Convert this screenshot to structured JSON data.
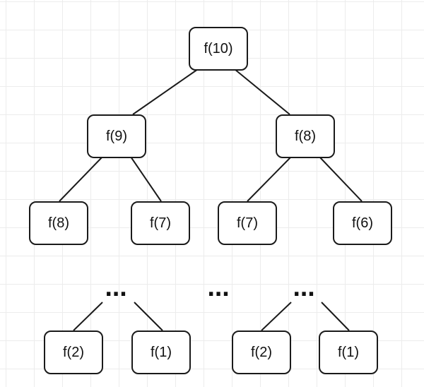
{
  "diagram": {
    "nodes": [
      {
        "id": "root",
        "label": "f(10)"
      },
      {
        "id": "l1-left",
        "label": "f(9)"
      },
      {
        "id": "l1-right",
        "label": "f(8)"
      },
      {
        "id": "l2-a",
        "label": "f(8)"
      },
      {
        "id": "l2-b",
        "label": "f(7)"
      },
      {
        "id": "l2-c",
        "label": "f(7)"
      },
      {
        "id": "l2-d",
        "label": "f(6)"
      },
      {
        "id": "leaf-a",
        "label": "f(2)"
      },
      {
        "id": "leaf-b",
        "label": "f(1)"
      },
      {
        "id": "leaf-c",
        "label": "f(2)"
      },
      {
        "id": "leaf-d",
        "label": "f(1)"
      }
    ],
    "ellipses": [
      "...",
      "...",
      "..."
    ],
    "edges": [
      [
        "root",
        "l1-left"
      ],
      [
        "root",
        "l1-right"
      ],
      [
        "l1-left",
        "l2-a"
      ],
      [
        "l1-left",
        "l2-b"
      ],
      [
        "l1-right",
        "l2-c"
      ],
      [
        "l1-right",
        "l2-d"
      ],
      [
        "ellipsis-left",
        "leaf-a"
      ],
      [
        "ellipsis-left",
        "leaf-b"
      ],
      [
        "ellipsis-right",
        "leaf-c"
      ],
      [
        "ellipsis-right",
        "leaf-d"
      ]
    ]
  }
}
